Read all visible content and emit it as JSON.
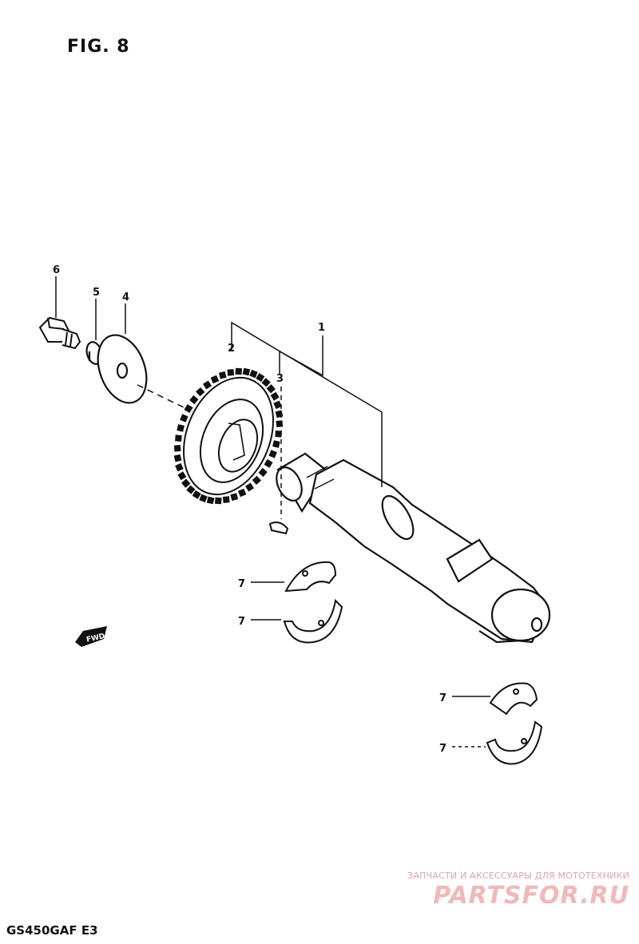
{
  "figure": {
    "title": "FIG. 8",
    "model_code": "GS450GAF E3"
  },
  "callouts": {
    "part_1": "1",
    "part_2": "2",
    "part_3": "3",
    "part_4": "4",
    "part_5": "5",
    "part_6": "6",
    "part_7a": "7",
    "part_7b": "7",
    "part_7c": "7",
    "part_7d": "7"
  },
  "direction_marker": {
    "label": "FWD",
    "icon": "forward-arrow-icon"
  },
  "watermark": {
    "tagline": "ЗАПЧАСТИ И АКСЕССУАРЫ ДЛЯ МОТОТЕХНИКИ",
    "logo_text": "PARTSFOR.RU"
  }
}
